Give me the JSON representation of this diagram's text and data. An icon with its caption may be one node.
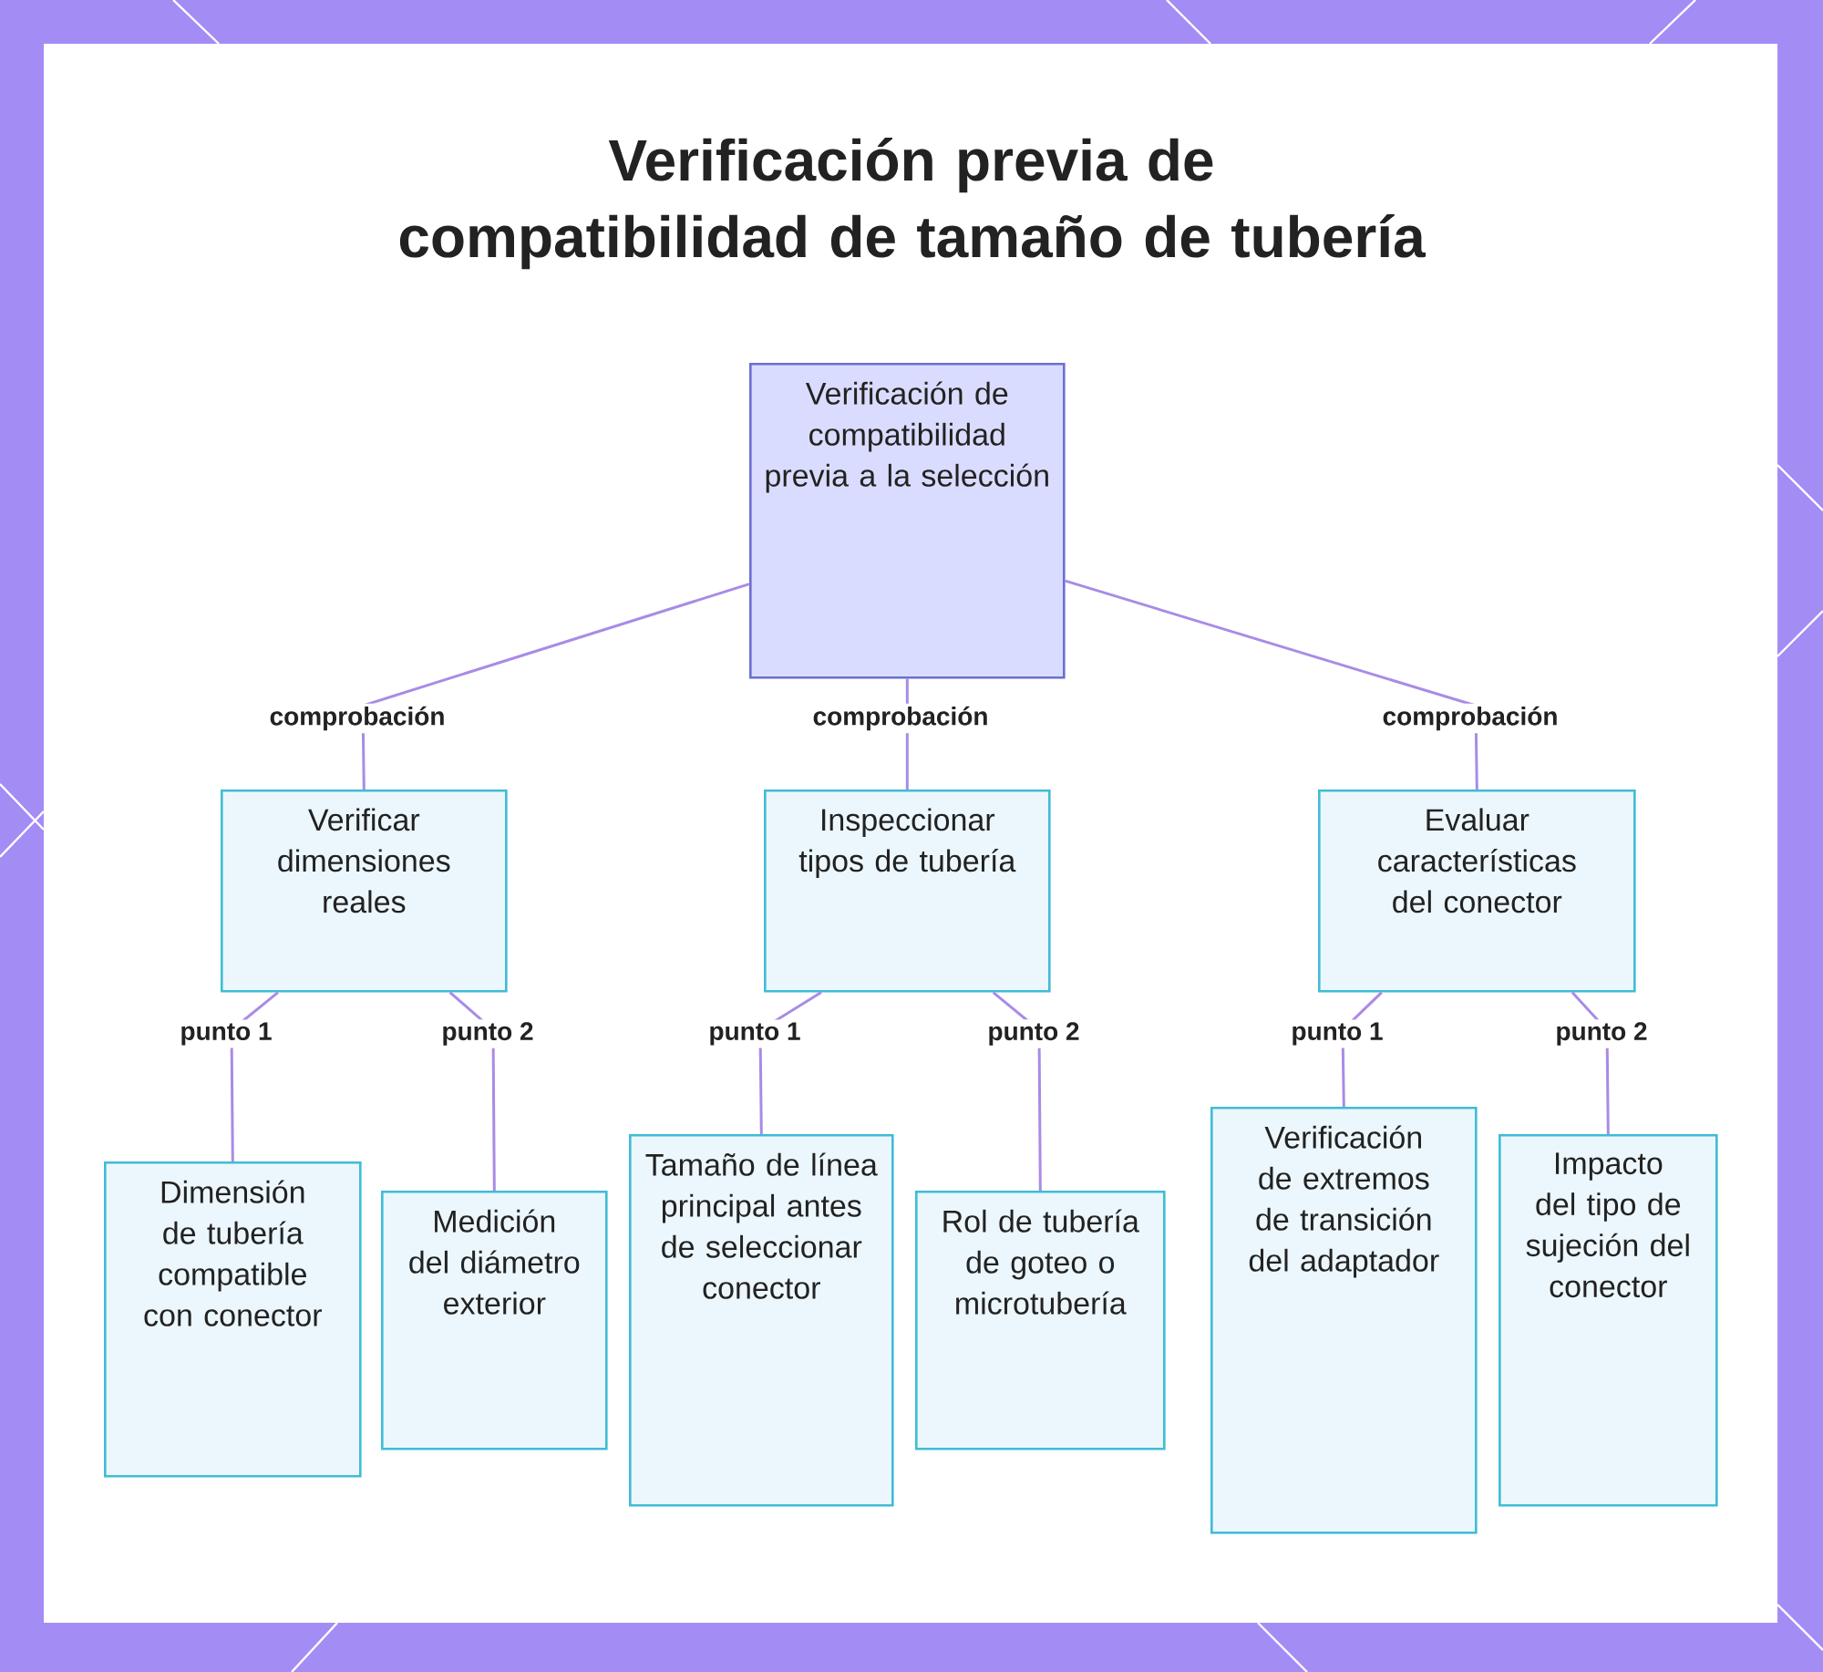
{
  "diagram": {
    "title": "Verificación previa de compatibilidad de tamaño de tubería",
    "nodes": [
      {
        "text": [
          "Verificación de compatibilidad previa a la selección"
        ]
      },
      {
        "text": [
          "Verificar dimensiones reales"
        ]
      },
      {
        "text": [
          "Inspeccionar tipos de tubería"
        ]
      },
      {
        "text": [
          "Evaluar características del conector"
        ]
      },
      {
        "text": [
          "Dimensión de tubería compatible con conector"
        ]
      },
      {
        "text": [
          "Medición del diámetro exterior"
        ]
      },
      {
        "text": [
          "Tamaño de línea principal antes de seleccionar conector"
        ]
      },
      {
        "text": [
          "Rol de tubería de goteo o microtubería"
        ]
      },
      {
        "text": [
          "Verificación de extremos de transición del adaptador"
        ]
      },
      {
        "text": [
          "Impacto del tipo de sujeción del conector"
        ]
      }
    ],
    "edges": [
      {
        "from": 0,
        "to": 1,
        "arrow": "none",
        "label": "comprobación"
      },
      {
        "from": 0,
        "to": 2,
        "arrow": "none",
        "label": "comprobación"
      },
      {
        "from": 0,
        "to": 3,
        "arrow": "none",
        "label": "comprobación"
      },
      {
        "from": 1,
        "to": 4,
        "arrow": "none",
        "label": "punto 1"
      },
      {
        "from": 1,
        "to": 5,
        "arrow": "none",
        "label": "punto 2"
      },
      {
        "from": 2,
        "to": 6,
        "arrow": "none",
        "label": "punto 1"
      },
      {
        "from": 2,
        "to": 7,
        "arrow": "none",
        "label": "punto 2"
      },
      {
        "from": 3,
        "to": 8,
        "arrow": "none",
        "label": "punto 1"
      },
      {
        "from": 3,
        "to": 9,
        "arrow": "none",
        "label": "punto 2"
      }
    ]
  }
}
